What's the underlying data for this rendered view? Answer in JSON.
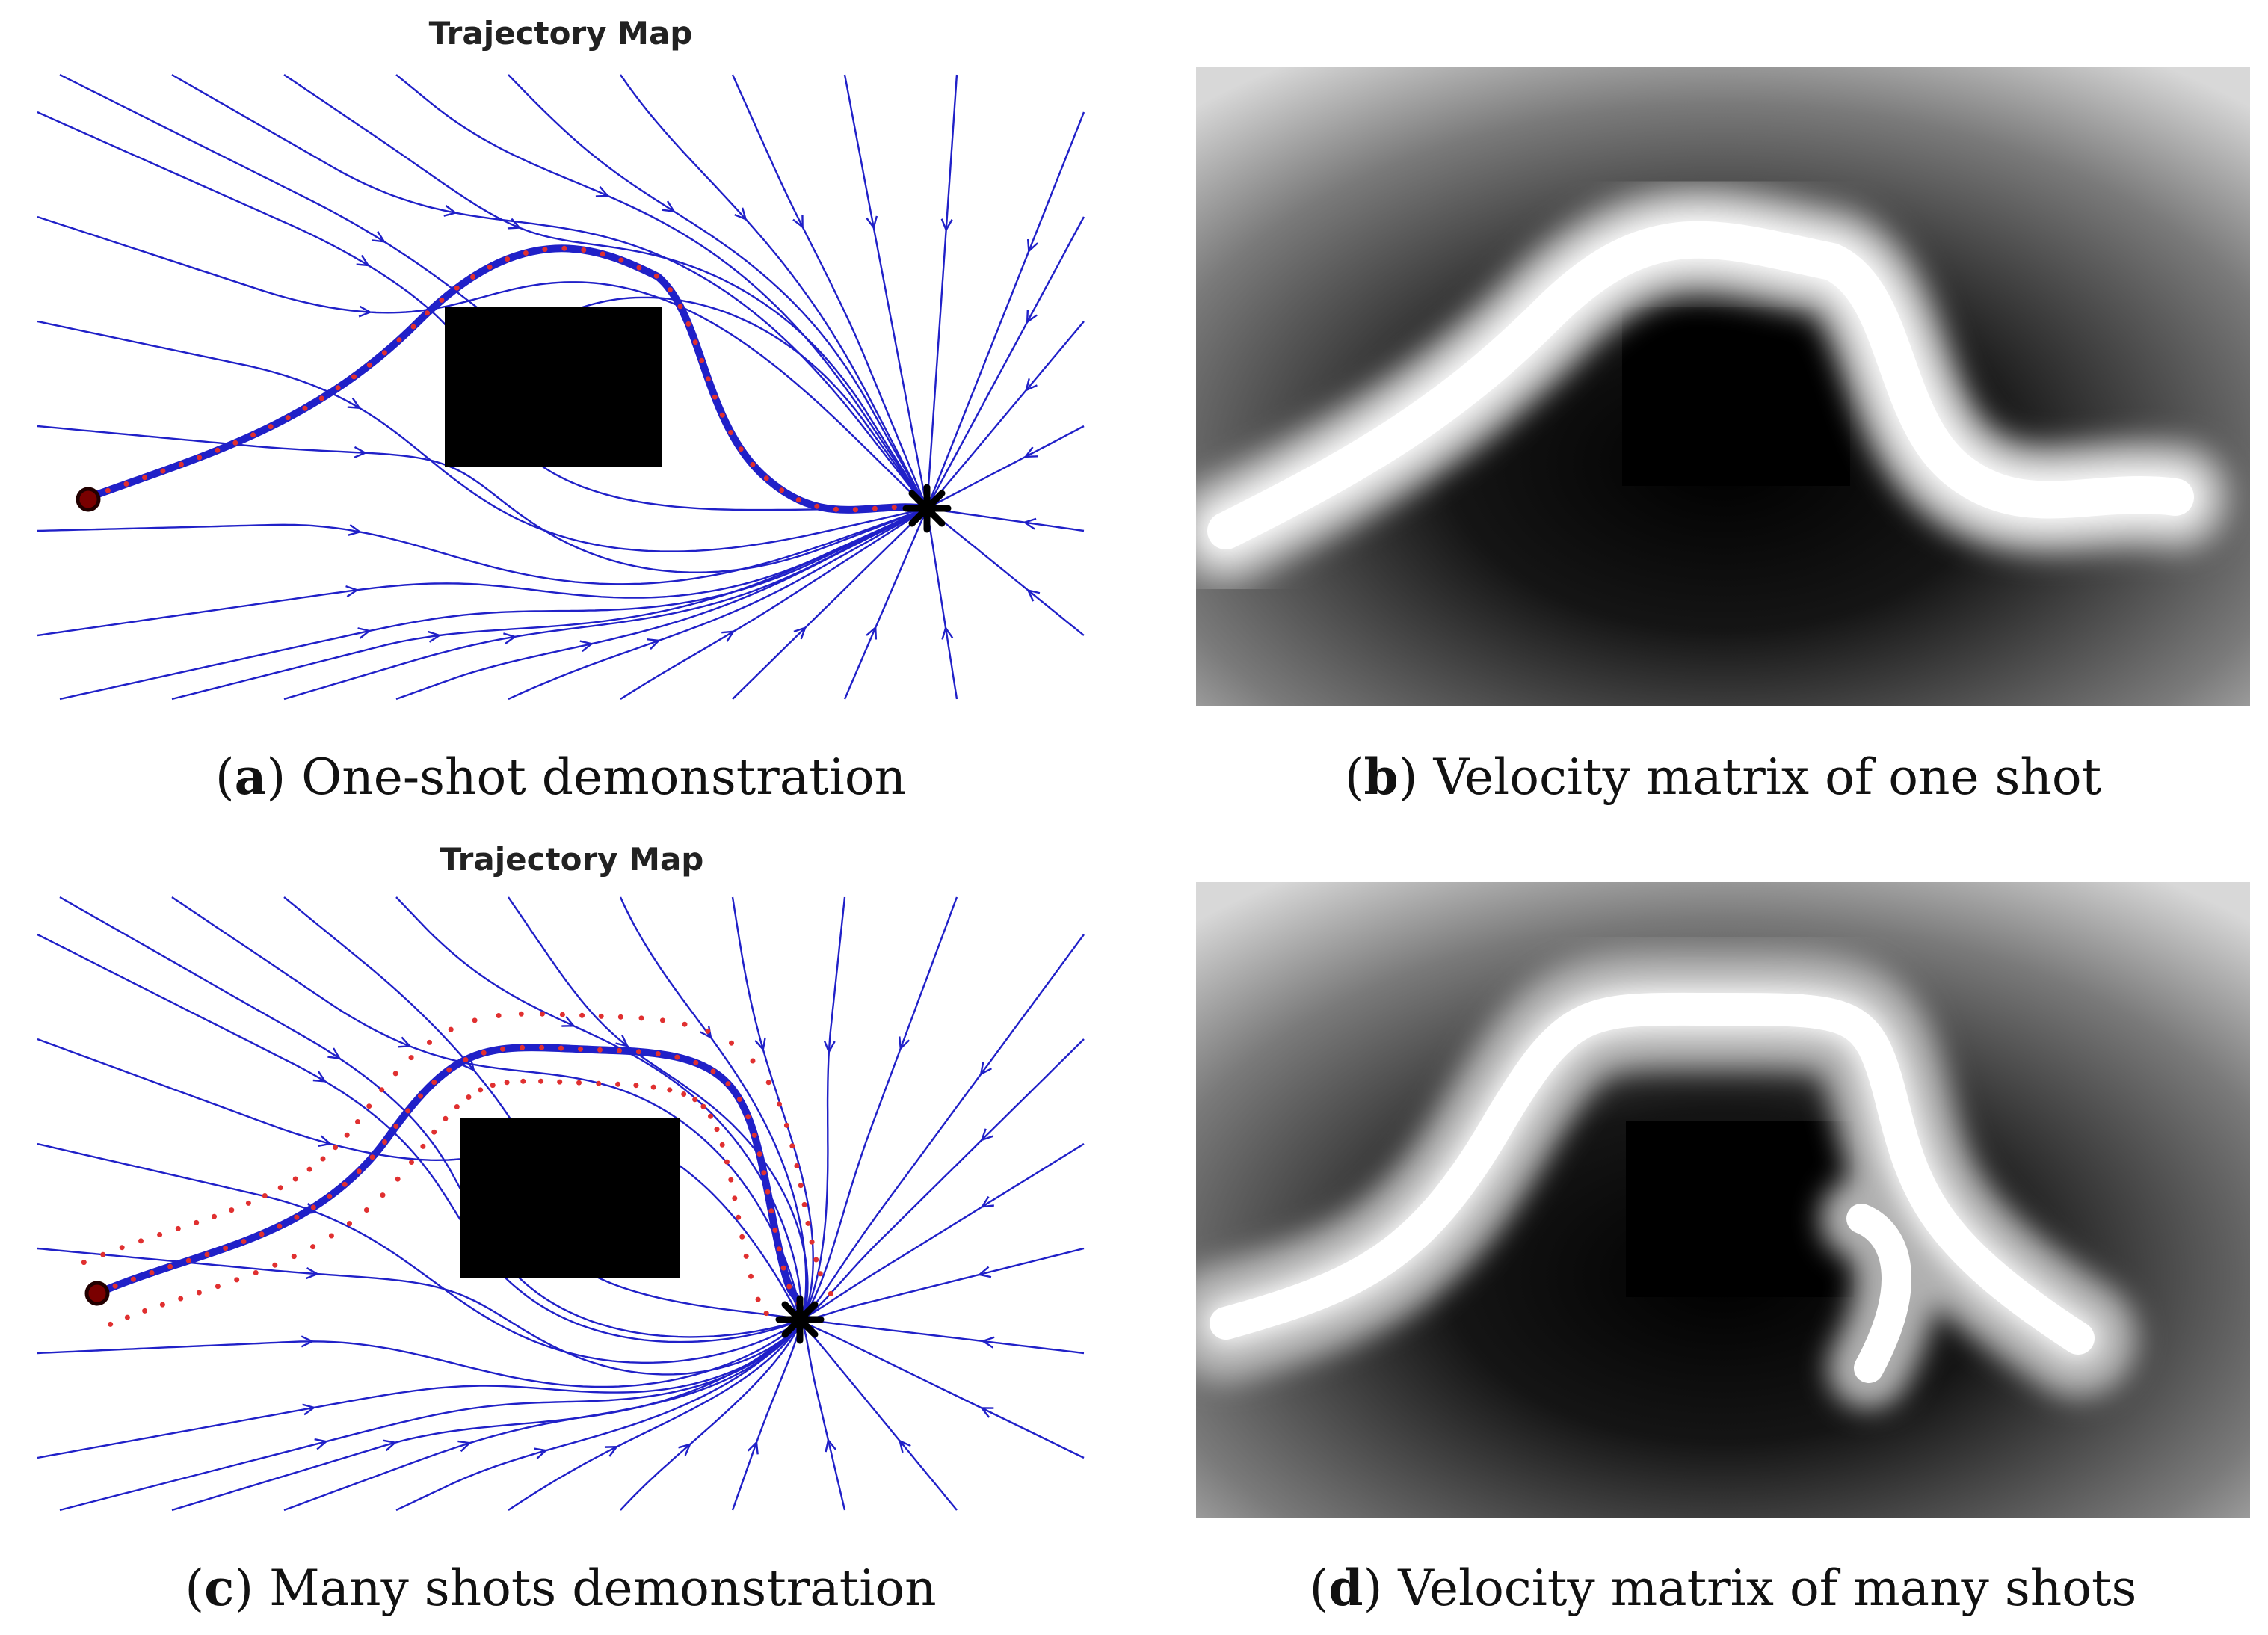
{
  "panels": {
    "a": {
      "title": "Trajectory Map",
      "label": "a",
      "caption": "One-shot demonstration",
      "streamline_color": "#2020c8",
      "demo_dot_color": "#e03030"
    },
    "b": {
      "label": "b",
      "caption": "Velocity matrix of one shot"
    },
    "c": {
      "title": "Trajectory Map",
      "label": "c",
      "caption": "Many shots demonstration",
      "streamline_color": "#2020c8",
      "demo_dot_color": "#e03030"
    },
    "d": {
      "label": "d",
      "caption": "Velocity matrix of many shots"
    }
  },
  "colors": {
    "obstacle": "#000000",
    "path_glow": "#ffffff",
    "target_marker": "#000000",
    "start_marker": "#7a0000"
  }
}
